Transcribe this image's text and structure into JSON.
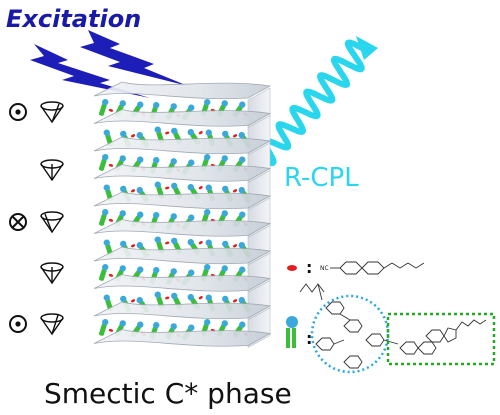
{
  "labels": {
    "excitation": "Excitation",
    "cpl": "R-CPL",
    "phase": "Smectic C* phase",
    "legend_colon": ":",
    "nc_text": "NC"
  },
  "colors": {
    "excitation_text": "#1a1aa8",
    "lightning": "#1d1db8",
    "cpl_spring": "#2ad6ee",
    "rod_green": "#3bbf3b",
    "rod_cyan": "#3aa8d8",
    "dot_red": "#e02020",
    "layer_fill": "#dde3ea",
    "box_blue": "#2aa6e0",
    "box_green": "#22aa22"
  },
  "icons": {
    "out_of_plane": "circle-dot-icon",
    "into_plane": "circle-cross-icon",
    "cone": "precession-cone-icon",
    "lightning": "lightning-bolt-icon",
    "helix": "helix-arrow-icon"
  },
  "side_markers": [
    "out",
    "none",
    "in",
    "none",
    "out"
  ]
}
